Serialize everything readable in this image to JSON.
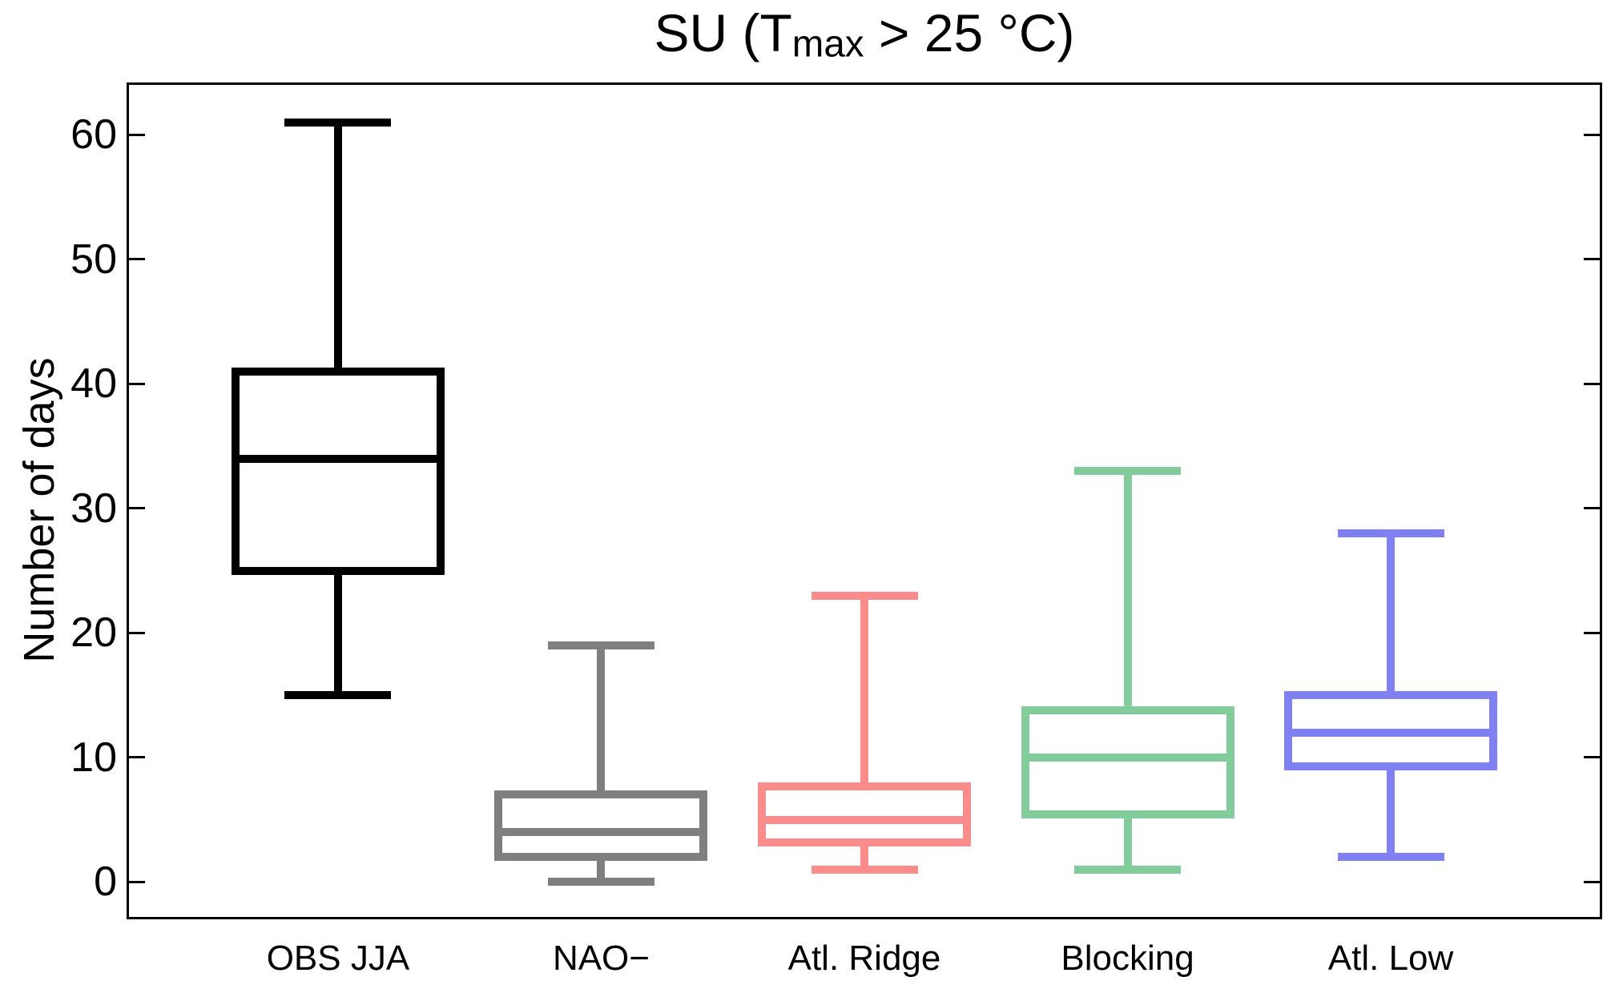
{
  "chart_data": {
    "type": "boxplot",
    "title": "SU (Tmax > 25 °C)",
    "title_parts": {
      "prefix": "SU (T",
      "sub": "max",
      "suffix": " > 25 °C)"
    },
    "ylabel": "Number of days",
    "ylim": [
      -3,
      64.2
    ],
    "yticks": [
      0,
      10,
      20,
      30,
      40,
      50,
      60
    ],
    "grid": false,
    "legend": "none",
    "categories": [
      "OBS JJA",
      "NAO−",
      "Atl. Ridge",
      "Blocking",
      "Atl. Low"
    ],
    "series": [
      {
        "name": "OBS JJA",
        "color": "#000000",
        "whisker_low": 15,
        "q1": 25,
        "median": 34,
        "q3": 41,
        "whisker_high": 61
      },
      {
        "name": "NAO−",
        "color": "#7F7F7F",
        "whisker_low": 0,
        "q1": 2,
        "median": 4,
        "q3": 7,
        "whisker_high": 19
      },
      {
        "name": "Atl. Ridge",
        "color": "#FA8C8C",
        "whisker_low": 1,
        "q1": 3.2,
        "median": 5,
        "q3": 7.7,
        "whisker_high": 23
      },
      {
        "name": "Blocking",
        "color": "#82CB9A",
        "whisker_low": 1,
        "q1": 5.4,
        "median": 10,
        "q3": 13.8,
        "whisker_high": 33
      },
      {
        "name": "Atl. Low",
        "color": "#8080F2",
        "whisker_low": 2,
        "q1": 9.3,
        "median": 12,
        "q3": 15,
        "whisker_high": 28
      }
    ]
  }
}
